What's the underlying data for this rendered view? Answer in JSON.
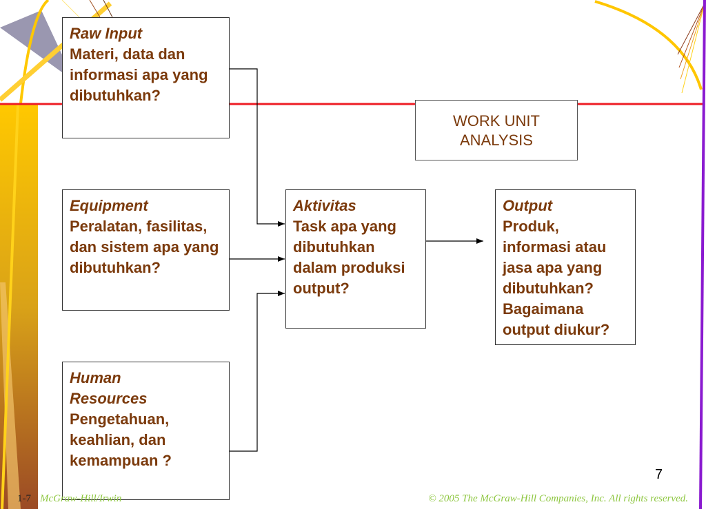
{
  "boxes": {
    "raw_input": {
      "title": "Raw Input",
      "body": "Materi, data dan informasi apa yang dibutuhkan?"
    },
    "equipment": {
      "title": "Equipment",
      "body": "Peralatan, fasilitas, dan sistem apa yang dibutuhkan?"
    },
    "human_resources": {
      "title": "Human Resources",
      "body": "Pengetahuan, keahlian, dan kemampuan ?"
    },
    "aktivitas": {
      "title": "Aktivitas",
      "body": "Task apa yang dibutuhkan dalam produksi output?"
    },
    "output": {
      "title": "Output",
      "body": "Produk, informasi atau jasa apa yang dibutuhkan? Bagaimana output diukur?"
    }
  },
  "work_unit_analysis": "WORK UNIT ANALYSIS",
  "page_number": "7",
  "footer": {
    "slide_id": "1-7",
    "publisher": "McGraw-Hill/Irwin",
    "copyright": "© 2005 The McGraw-Hill Companies, Inc. All rights reserved."
  },
  "colors": {
    "text": "#7b3a0c",
    "rule": "#ee1c24",
    "accent_right": "#8a1ad0",
    "footer_green": "#8dc63f",
    "side_bar_top": "#ffc600",
    "side_bar_bottom": "#a0522d"
  }
}
